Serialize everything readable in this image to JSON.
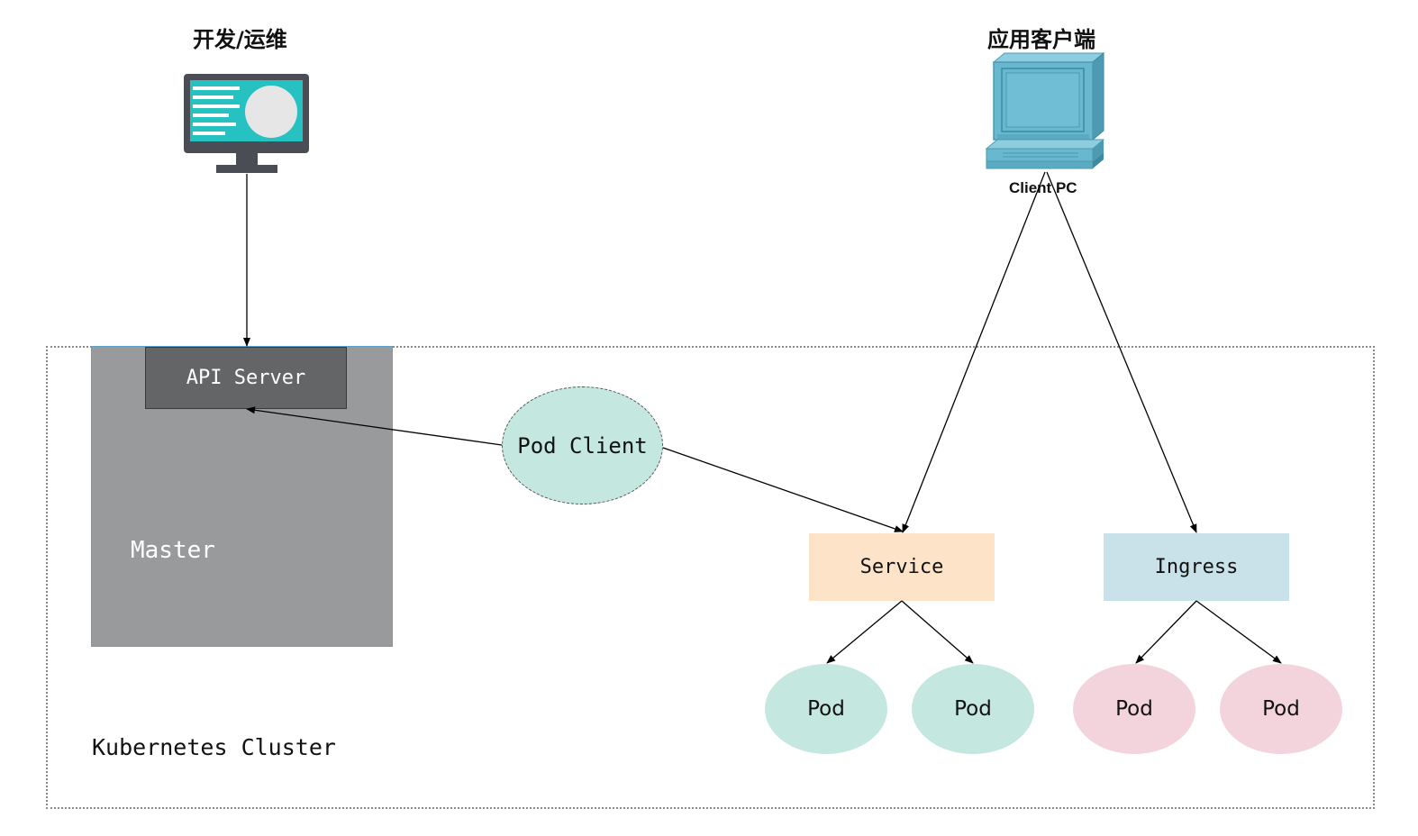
{
  "labels": {
    "dev_ops": "开发/运维",
    "app_client": "应用客户端",
    "client_pc": "Client PC",
    "api_server": "API Server",
    "master": "Master",
    "pod_client": "Pod Client",
    "service": "Service",
    "ingress": "Ingress",
    "cluster": "Kubernetes Cluster",
    "pod": "Pod"
  },
  "colors": {
    "master_fill": "#999a9c",
    "api_server_fill": "#646567",
    "pod_client_fill": "#c4e7df",
    "service_fill": "#fde3c8",
    "ingress_fill": "#c9e1e9",
    "pod_green": "#c4e7df",
    "pod_pink": "#f4d4dc",
    "monitor_screen": "#26c2c2",
    "client_pc_fill": "#68b8d0"
  },
  "icons": {
    "dev_ops": "monitor-icon",
    "app_client": "client-pc-icon"
  }
}
